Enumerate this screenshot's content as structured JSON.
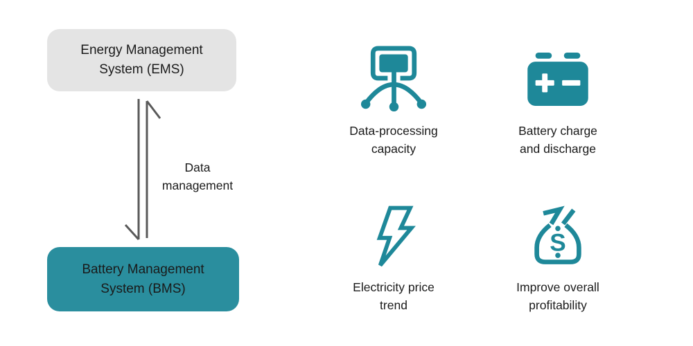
{
  "diagram": {
    "ems_label": "Energy Management System (EMS)",
    "bms_label": "Battery Management System (BMS)",
    "arrow_label": "Data management"
  },
  "features": [
    {
      "icon": "data-processing-icon",
      "label": "Data-processing capacity"
    },
    {
      "icon": "battery-icon",
      "label": "Battery charge and discharge"
    },
    {
      "icon": "lightning-bolt-icon",
      "label": "Electricity price trend"
    },
    {
      "icon": "money-bag-icon",
      "label": "Improve overall profitability"
    }
  ],
  "colors": {
    "background": "#FFFFFF",
    "gray_box": "#E4E4E4",
    "teal_box": "#2A8E9E",
    "icon_teal": "#1E8899",
    "arrow_gray": "#595959",
    "text": "#1A1A1A"
  }
}
